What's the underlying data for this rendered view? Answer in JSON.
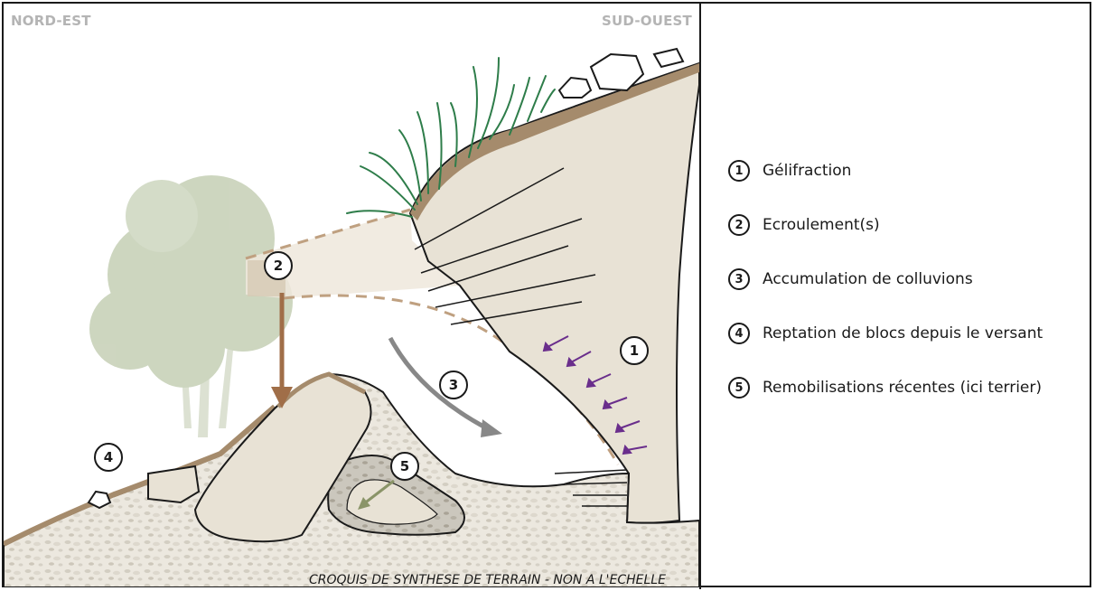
{
  "orientation": {
    "left": "NORD-EST",
    "right": "SUD-OUEST"
  },
  "caption": "CROQUIS DE SYNTHESE DE TERRAIN - NON A L'ECHELLE",
  "callouts": [
    "1",
    "2",
    "3",
    "4",
    "5"
  ],
  "legend": [
    {
      "number": "1",
      "label": "Gélifraction"
    },
    {
      "number": "2",
      "label": "Ecroulement(s)"
    },
    {
      "number": "3",
      "label": "Accumulation de colluvions"
    },
    {
      "number": "4",
      "label": "Reptation de blocs depuis le versant"
    },
    {
      "number": "5",
      "label": "Remobilisations récentes (ici terrier)"
    }
  ],
  "colors": {
    "rock": "#e8e2d5",
    "soil": "#a58b6c",
    "tree": "#c5cfb5",
    "fall_arrow": "#a06e48",
    "colluvium_arrow": "#888888",
    "frost_arrows": "#6a2e8c",
    "burrow_arrow": "#8a9468",
    "grass": "#2e7d4a"
  },
  "icons": [
    "tree-icon",
    "grass-icon",
    "boulder-icon",
    "arrow-icon"
  ]
}
